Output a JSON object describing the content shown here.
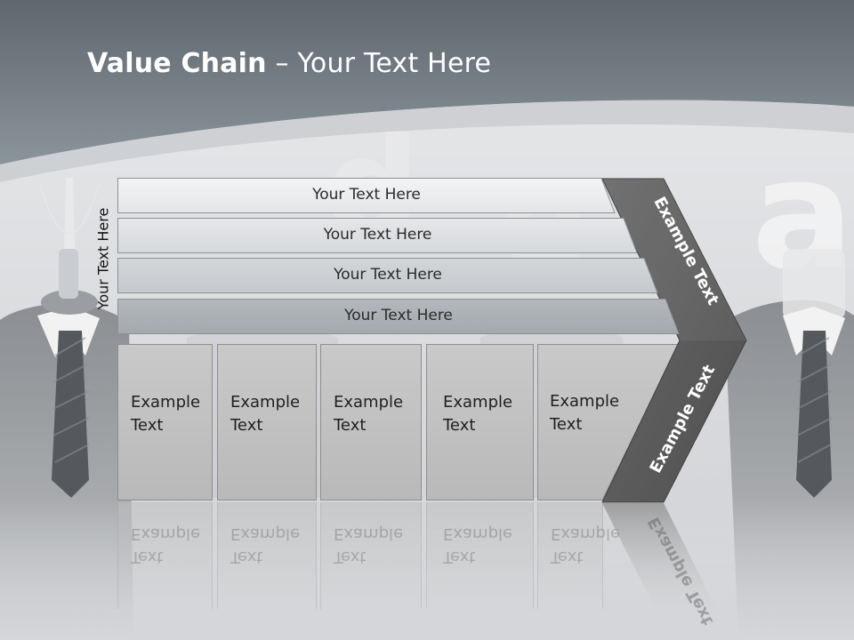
{
  "slide": {
    "title_bold": "Value Chain",
    "title_rest": " – Your Text Here",
    "side_label": "Your Text Here",
    "bars": [
      {
        "label": "Your Text Here"
      },
      {
        "label": "Your Text Here"
      },
      {
        "label": "Your Text Here"
      },
      {
        "label": "Your Text Here"
      }
    ],
    "boxes": [
      {
        "line1": "Example",
        "line2": "Text"
      },
      {
        "line1": "Example",
        "line2": "Text"
      },
      {
        "line1": "Example",
        "line2": "Text"
      },
      {
        "line1": "Example",
        "line2": "Text"
      },
      {
        "line1": "Example",
        "line2": "Text"
      }
    ],
    "chevron_upper": "Example Text",
    "chevron_lower": "Example Text"
  },
  "colors": {
    "header_dark": "#6b747c",
    "chevron_fill": "#5e5e5e",
    "bar_light": "#eceef0",
    "bar_dark": "#a9aeb3"
  }
}
